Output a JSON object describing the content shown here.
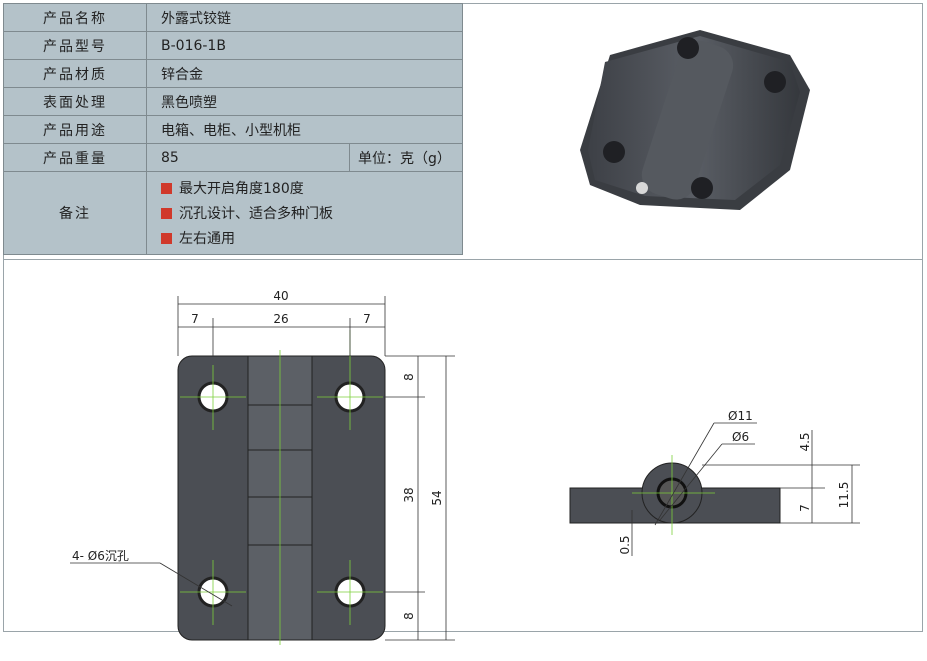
{
  "specs": [
    {
      "label": "产品名称",
      "value": "外露式铰链"
    },
    {
      "label": "产品型号",
      "value": "B-016-1B"
    },
    {
      "label": "产品材质",
      "value": "锌合金"
    },
    {
      "label": "表面处理",
      "value": "黑色喷塑"
    },
    {
      "label": "产品用途",
      "value": "电箱、电柜、小型机柜"
    },
    {
      "label": "产品重量",
      "value": "85",
      "unit": "单位：克（g）"
    }
  ],
  "notes": {
    "label": "备注",
    "items": [
      "最大开启角度180度",
      "沉孔设计、适合多种门板",
      "左右通用"
    ]
  },
  "drawing_front": {
    "width_total": "40",
    "left_margin": "7",
    "center": "26",
    "right_margin": "7",
    "top": "8",
    "middle": "38",
    "bottom": "8",
    "height_total": "54",
    "hole_note": "4- Ø6沉孔"
  },
  "drawing_side": {
    "outer_dia": "Ø11",
    "inner_dia": "Ø6",
    "knuckle": "4.5",
    "thickness": "7",
    "total": "11.5",
    "gap": "0.5"
  },
  "colors": {
    "table_bg": "#b4c2c9",
    "bullet": "#d0392b",
    "metal": "#4b4e54"
  }
}
